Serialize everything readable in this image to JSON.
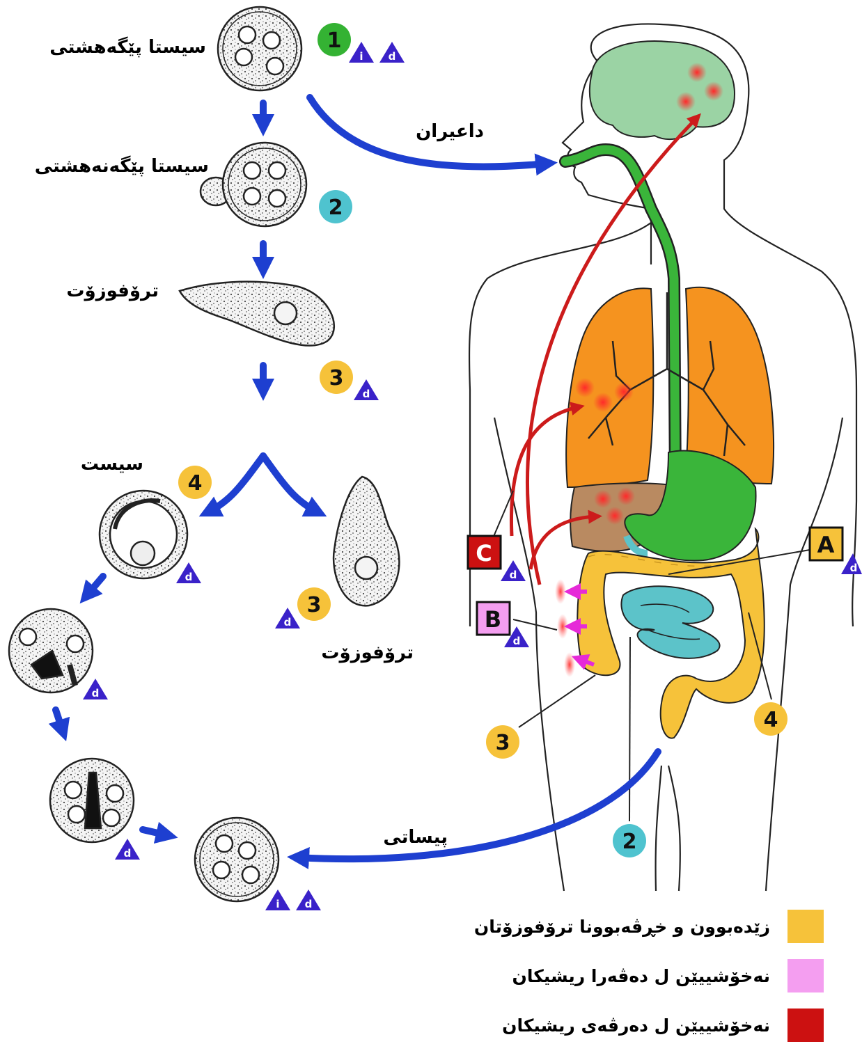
{
  "labels": {
    "mature_cyst": "سیستا پێگەهشتی",
    "immature_cyst": "سیستا پێگەنەهشتی",
    "trophozoite_top": "ترۆفوزۆت",
    "cyst": "سیست",
    "trophozoite_mid": "ترۆفوزۆت",
    "ingestion": "داعیران",
    "excretion": "پیساتی"
  },
  "stages": {
    "s1": "1",
    "s2": "2",
    "s3": "3",
    "s4": "4"
  },
  "markers": {
    "infective": "i",
    "diagnostic": "d"
  },
  "boxes": {
    "a": "A",
    "b": "B",
    "c": "C"
  },
  "legend": [
    {
      "text": "زێدەبوون و خڕڤەبوونا ترۆفوزۆتان",
      "color": "#f6c23a"
    },
    {
      "text": "نەخۆشییێن ل دەڤەرا ریشیکان",
      "color": "#f49ef0"
    },
    {
      "text": "نەخۆشییێن ل دەرڤەی ریشیکان",
      "color": "#cc1111"
    }
  ],
  "colors": {
    "arrow_blue": "#1e3fd0",
    "arrow_red": "#cc1b1b",
    "stage1": "#34b233",
    "stage2": "#4fc3cf",
    "stage34": "#f6c23a",
    "lung": "#f5931f",
    "liver": "#b98a61",
    "brain": "#9bd3a4",
    "esophagus": "#3ab53a",
    "large_intestine": "#f6c23a",
    "small_intestine": "#5cc3c9",
    "triangle": "#3a22c9"
  }
}
